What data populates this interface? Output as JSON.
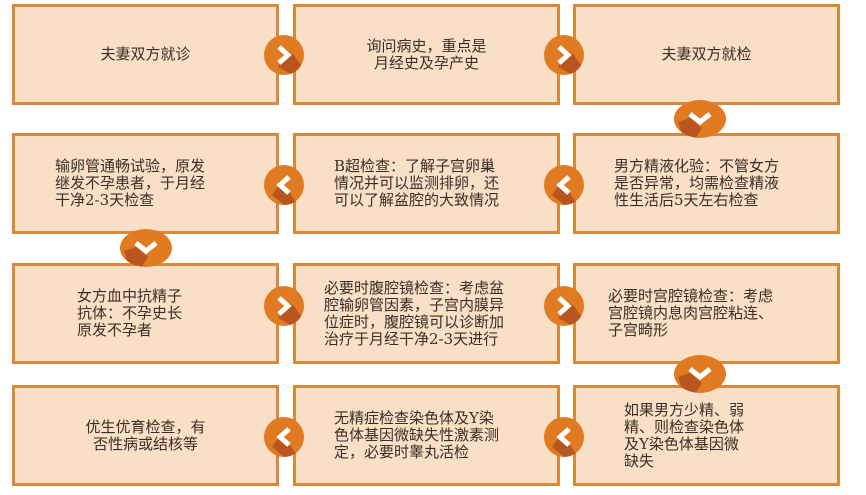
{
  "colors": {
    "box_fill": "#f8dfc6",
    "box_border": "#d9893a",
    "arrow_fill": "#e07b22",
    "arrow_shadow": "#b9561f",
    "text": "#3a2e26"
  },
  "rows": [
    {
      "direction": "right",
      "boxes": [
        {
          "text": "夫妻双方就诊"
        },
        {
          "text": "询问病史，重点是\n月经史及孕产史"
        },
        {
          "text": "夫妻双方就检"
        }
      ]
    },
    {
      "direction": "left",
      "boxes": [
        {
          "text": "输卵管通畅试验，原发\n继发不孕患者，于月经\n干净2-3天检查"
        },
        {
          "text": "B超检查：了解子宫卵巢\n情况并可以监测排卵，还\n可以了解盆腔的大致情况"
        },
        {
          "text": "男方精液化验：不管女方\n是否异常，均需检查精液\n性生活后5天左右检查"
        }
      ]
    },
    {
      "direction": "right",
      "boxes": [
        {
          "text": "女方血中抗精子\n抗体：不孕史长\n原发不孕者"
        },
        {
          "text": "必要时腹腔镜检查：考虑盆\n腔输卵管因素，子宫内膜异\n位症时，腹腔镜可以诊断加\n治疗于月经干净2-3天进行"
        },
        {
          "text": "必要时宫腔镜检查：考虑\n宫腔镜内息肉宫腔粘连、\n子宫畸形"
        }
      ]
    },
    {
      "direction": "left",
      "boxes": [
        {
          "text": "优生优育检查，有\n否性病或结核等"
        },
        {
          "text": "无精症检查染色体及Y染\n色体基因微缺失性激素测\n定，必要时睾丸活检"
        },
        {
          "text": "如果男方少精、弱\n精、则检查染色体\n及Y染色体基因微\n缺失"
        }
      ]
    }
  ],
  "arrows": [
    {
      "icon": "chevron-right-icon"
    },
    {
      "icon": "chevron-down-icon"
    },
    {
      "icon": "chevron-left-icon"
    }
  ]
}
